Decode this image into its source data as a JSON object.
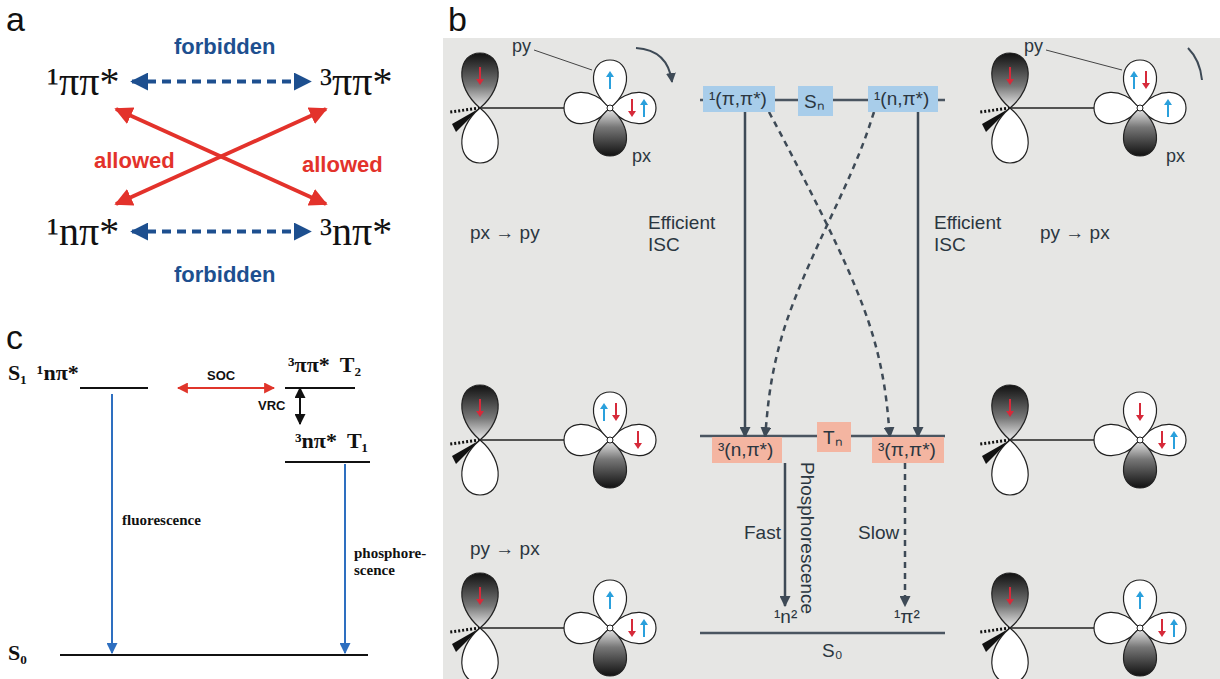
{
  "diagram": {
    "nodes": [
      {
        "text": [
          "¹ππ*"
        ]
      },
      {
        "text": [
          "³ππ*"
        ]
      },
      {
        "text": [
          "¹nπ*"
        ]
      },
      {
        "text": [
          "³nπ*"
        ]
      },
      {
        "text": [
          "¹(π,π*)"
        ]
      },
      {
        "text": [
          "Sₙ"
        ]
      },
      {
        "text": [
          "¹(n,π*)"
        ]
      },
      {
        "text": [
          "³(n,π*)"
        ]
      },
      {
        "text": [
          "Tₙ"
        ]
      },
      {
        "text": [
          "³(π,π*)"
        ]
      },
      {
        "text": [
          "¹n²"
        ]
      },
      {
        "text": [
          "¹π²"
        ]
      },
      {
        "text": [
          "S₁",
          "¹nπ*"
        ]
      },
      {
        "text": [
          "³ππ*",
          "T₂"
        ]
      },
      {
        "text": [
          "³nπ*",
          "T₁"
        ]
      },
      {
        "text": [
          "S₀"
        ]
      }
    ],
    "edges": [
      {
        "from": 0,
        "to": 1,
        "arrow": "both",
        "label": "forbidden"
      },
      {
        "from": 2,
        "to": 3,
        "arrow": "both",
        "label": "forbidden"
      },
      {
        "from": 0,
        "to": 3,
        "arrow": "both",
        "label": "allowed"
      },
      {
        "from": 2,
        "to": 1,
        "arrow": "both",
        "label": "allowed"
      },
      {
        "from": 4,
        "to": 7,
        "arrow": "to",
        "label": "Efficient ISC"
      },
      {
        "from": 4,
        "to": 9,
        "arrow": "to"
      },
      {
        "from": 6,
        "to": 7,
        "arrow": "to"
      },
      {
        "from": 6,
        "to": 9,
        "arrow": "to",
        "label": "Efficient ISC"
      },
      {
        "from": 7,
        "to": 10,
        "arrow": "to",
        "label": "Phosphorescence"
      },
      {
        "from": 9,
        "to": 11,
        "arrow": "to",
        "label": "Slow"
      },
      {
        "from": 12,
        "to": 13,
        "arrow": "both",
        "label": "SOC"
      },
      {
        "from": 13,
        "to": 14,
        "arrow": "both",
        "label": "VRC"
      },
      {
        "from": 12,
        "to": 15,
        "arrow": "to",
        "label": "fluorescence"
      },
      {
        "from": 14,
        "to": 15,
        "arrow": "to",
        "label": "phosphore- scence"
      }
    ],
    "labels": [
      "a",
      "b",
      "c",
      "py",
      "px",
      "py",
      "px",
      "px → py",
      "py → px",
      "py → px",
      "Fast",
      "S₀"
    ]
  }
}
